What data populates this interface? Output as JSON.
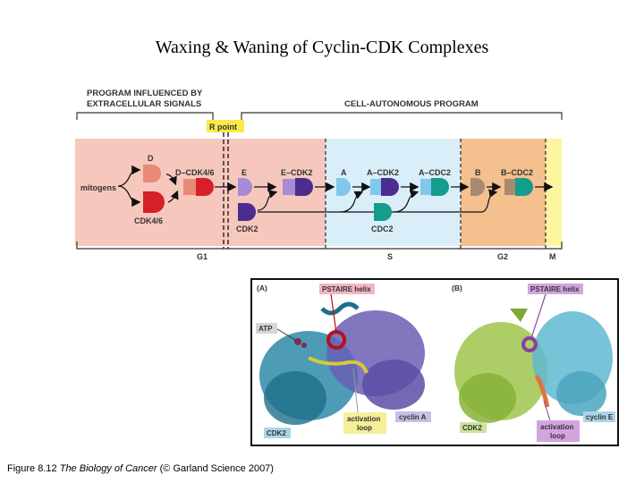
{
  "title": "Waxing & Waning of Cyclin-CDK Complexes",
  "caption": {
    "prefix": "Figure 8.12",
    "book": "The Biology of Cancer",
    "suffix": "(© Garland Science 2007)"
  },
  "cycle": {
    "header_left_1": "PROGRAM INFLUENCED BY",
    "header_left_2": "EXTRACELLULAR SIGNALS",
    "header_right": "CELL-AUTONOMOUS PROGRAM",
    "r_point": "R point",
    "mitogens": "mitogens",
    "d": "D",
    "cdk46": "CDK4/6",
    "d_cdk46": "D–CDK4/6",
    "e": "E",
    "e_cdk2": "E–CDK2",
    "cdk2": "CDK2",
    "a": "A",
    "a_cdk2": "A–CDK2",
    "a_cdc2": "A–CDC2",
    "cdc2": "CDC2",
    "b": "B",
    "b_cdc2": "B–CDC2",
    "phase_g1": "G1",
    "phase_s": "S",
    "phase_g2": "G2",
    "phase_m": "M",
    "colors": {
      "g1": "#f6c7bd",
      "s": "#d9eef9",
      "g2": "#f3c08e",
      "m": "#fdf6a0",
      "cyclin_d": "#e88a78",
      "cdk46": "#d61f26",
      "cyclin_e": "#a98ad6",
      "cdk2": "#4b2d8f",
      "cyclin_a": "#7fc8ee",
      "cdc2": "#149c8c",
      "cyclin_b": "#a88a73",
      "r_point": "#fde84a"
    }
  },
  "structure": {
    "panel_a": "(A)",
    "panel_b": "(B)",
    "pstaire_a": "PSTAIRE helix",
    "pstaire_b": "PSTAIRE helix",
    "atp": "ATP",
    "activation_loop_a_1": "activation",
    "activation_loop_a_2": "loop",
    "activation_loop_b_1": "activation",
    "activation_loop_b_2": "loop",
    "cyclin_a": "cyclin A",
    "cyclin_e": "cyclin E",
    "cdk2_a": "CDK2",
    "cdk2_b": "CDK2"
  }
}
